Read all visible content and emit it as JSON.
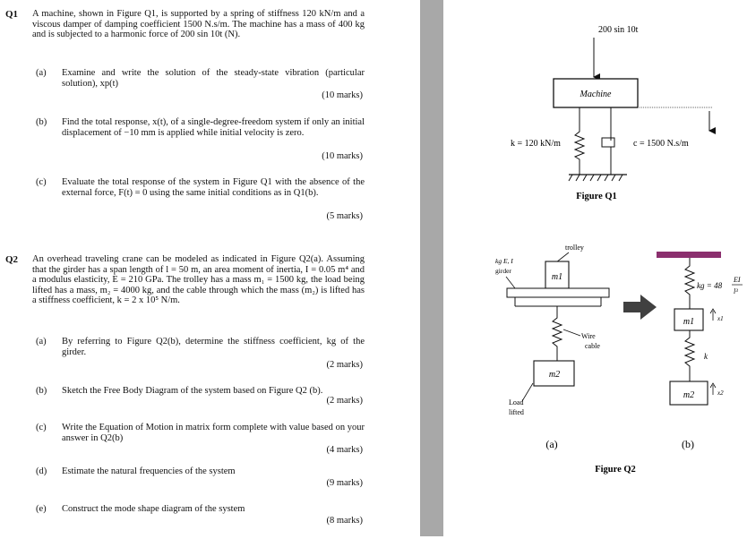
{
  "q1": {
    "number": "Q1",
    "intro": "A machine, shown in Figure Q1, is supported by a spring of stiffness 120 kN/m and a viscous damper of damping coefficient 1500 N.s/m. The machine has a mass of 400 kg and is subjected to a harmonic force of 200 sin 10t (N).",
    "parts": [
      {
        "label": "(a)",
        "text": "Examine and write the solution of the steady-state vibration (particular solution), xp(t)",
        "marks": "(10 marks)"
      },
      {
        "label": "(b)",
        "text": "Find the total response, x(t), of a single-degree-freedom system if only an initial displacement of −10 mm is applied while initial velocity is zero.",
        "marks": "(10 marks)"
      },
      {
        "label": "(c)",
        "text": "Evaluate the total response of the system in Figure Q1 with the absence of the external force, F(t) = 0 using the same initial conditions as in Q1(b).",
        "marks": "(5 marks)"
      }
    ]
  },
  "q2": {
    "number": "Q2",
    "intro": "An overhead traveling crane can be modeled as indicated in Figure Q2(a). Assuming that the girder has a span length of l = 50 m, an area moment of inertia, I = 0.05 m⁴ and a modulus elasticity, E = 210 GPa. The trolley has a mass m₁ = 1500 kg, the load being lifted has a mass, m₂ = 4000 kg, and the cable through which the mass (m₂) is lifted has a stiffness coefficient, k = 2 x 10⁵ N/m.",
    "parts": [
      {
        "label": "(a)",
        "text": "By referring to Figure Q2(b), determine the stiffness coefficient, kg of the girder.",
        "marks": "(2 marks)"
      },
      {
        "label": "(b)",
        "text": "Sketch the Free Body Diagram of the system based on Figure Q2 (b).",
        "marks": "(2 marks)"
      },
      {
        "label": "(c)",
        "text": "Write the Equation of Motion in matrix form complete with value based on your answer in Q2(b)",
        "marks": "(4 marks)"
      },
      {
        "label": "(d)",
        "text": "Estimate the natural frequencies of the system",
        "marks": "(9 marks)"
      },
      {
        "label": "(e)",
        "text": "Construct the mode shape diagram of the system",
        "marks": "(8 marks)"
      }
    ]
  },
  "fig1": {
    "force": "200 sin 10t",
    "machine": "Machine",
    "k_label": "k = 120 kN/m",
    "c_label": "c = 1500 N.s/m",
    "caption": "Figure Q1"
  },
  "fig2": {
    "trolley": "trolley",
    "girder_props": "kg E, I",
    "girder": "girder",
    "m1": "m1",
    "m2": "m2",
    "wire": "Wire",
    "cable": "cable",
    "load": "Load",
    "lifted": "lifted",
    "sub_a": "(a)",
    "sub_b": "(b)",
    "kg_eq": "kg = 48",
    "ei": "EI",
    "l3": "l³",
    "k": "k",
    "x1": "x1",
    "x2": "x2",
    "caption": "Figure Q2"
  },
  "colors": {
    "divider": "#a8a8a8",
    "beam_top": "#8b2f6e",
    "arrow": "#404040"
  }
}
